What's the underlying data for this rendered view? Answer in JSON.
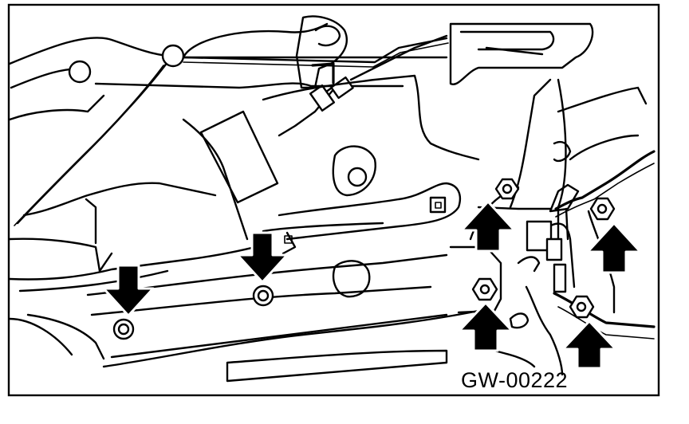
{
  "figure": {
    "code": "GW-00222",
    "stroke_color": "#000000",
    "background_color": "#ffffff"
  },
  "arrows": [
    {
      "id": "arrow-bottom-left-bolt",
      "direction": "down"
    },
    {
      "id": "arrow-center-bolt",
      "direction": "down"
    },
    {
      "id": "arrow-upper-right-bolt",
      "direction": "up"
    },
    {
      "id": "arrow-lower-center-bolt",
      "direction": "up"
    },
    {
      "id": "arrow-right-bolt",
      "direction": "up"
    },
    {
      "id": "arrow-lower-right-bolt",
      "direction": "up"
    }
  ]
}
